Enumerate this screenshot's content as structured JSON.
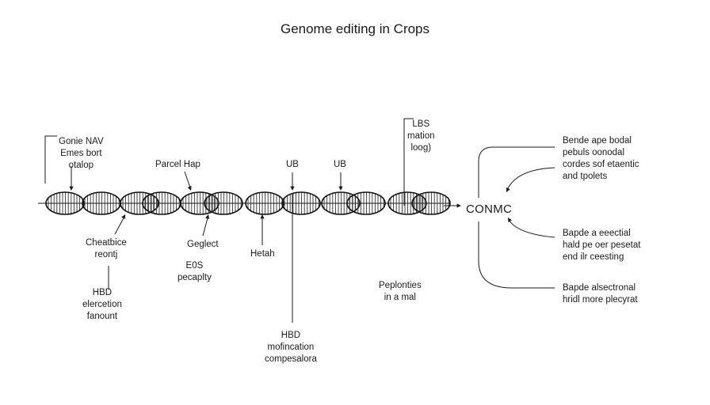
{
  "title": "Genome editing in Crops",
  "center_label": "CONMC",
  "labels": {
    "top_left": [
      "Gonie NAV",
      "Emes bort",
      "otalop"
    ],
    "parcel": [
      "Parcel Hap"
    ],
    "ub1": [
      "UB"
    ],
    "ub2": [
      "UB"
    ],
    "lbs": [
      "LBS",
      "mation",
      "loog)"
    ],
    "cheatbice": [
      "Cheatbice",
      "reontj"
    ],
    "geglect": [
      "Geglect"
    ],
    "eos": [
      "E0S",
      "pecaplty"
    ],
    "hetah": [
      "Hetah"
    ],
    "hbd_left": [
      "HBD",
      "elercetion",
      "fanount"
    ],
    "peplonties": [
      "Peplonties",
      "in a mal"
    ],
    "hbd_bottom": [
      "HBD",
      "mofincation",
      "compesalora"
    ],
    "right_top": [
      "Bende ape bodal",
      "pebuls oonodal",
      "cordes sof etaentic",
      "and tpolets"
    ],
    "right_mid": [
      "Bapde a eeectial",
      "hald pe oer pesetat",
      "end ilr ceesting"
    ],
    "right_bot": [
      "Bapde alsectronal",
      "hridl more plecyrat"
    ]
  },
  "colors": {
    "line": "#1a1a1a",
    "background": "#ffffff"
  }
}
